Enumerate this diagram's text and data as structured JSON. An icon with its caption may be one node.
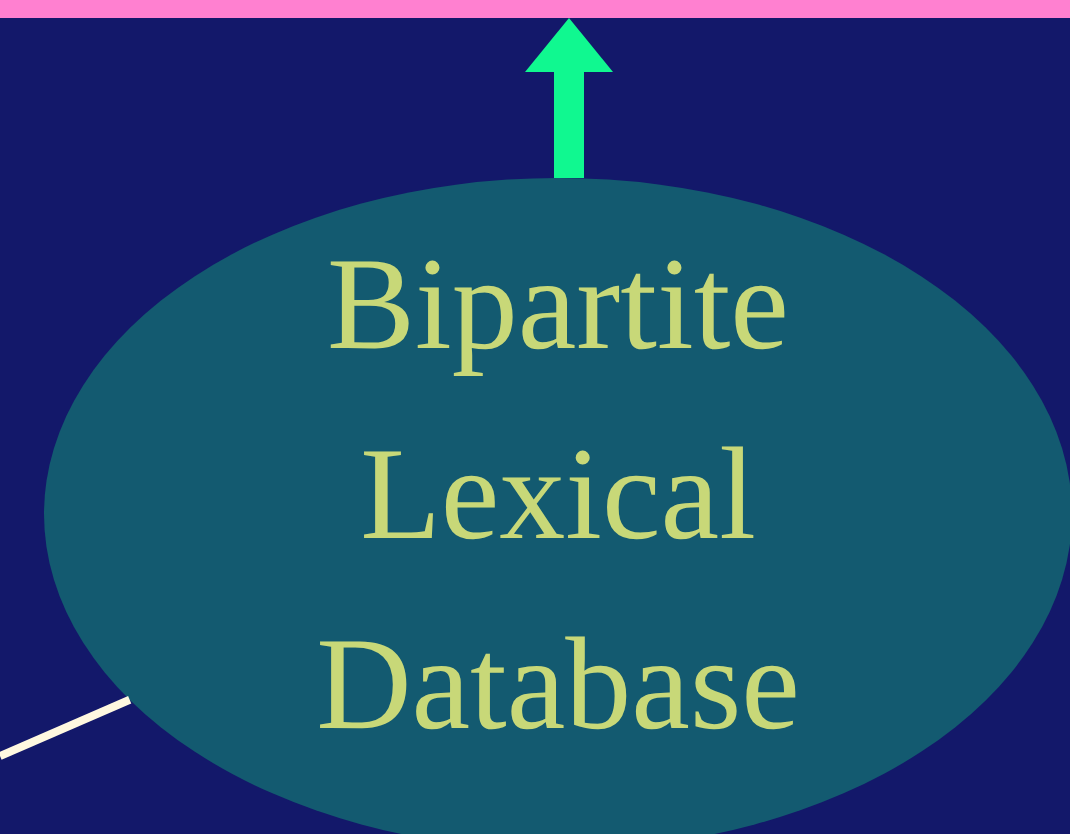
{
  "diagram": {
    "nodes": [
      {
        "text": [],
        "shape": "bar"
      },
      {
        "text": [
          "Bipartite Lexical Database"
        ]
      }
    ],
    "edges": [
      {
        "from": 1,
        "to": 0,
        "arrow": "to",
        "style": "thick",
        "color": "#10f890"
      },
      {
        "from": null,
        "to": 1,
        "arrow": "none",
        "color": "#fff8e0"
      }
    ]
  }
}
